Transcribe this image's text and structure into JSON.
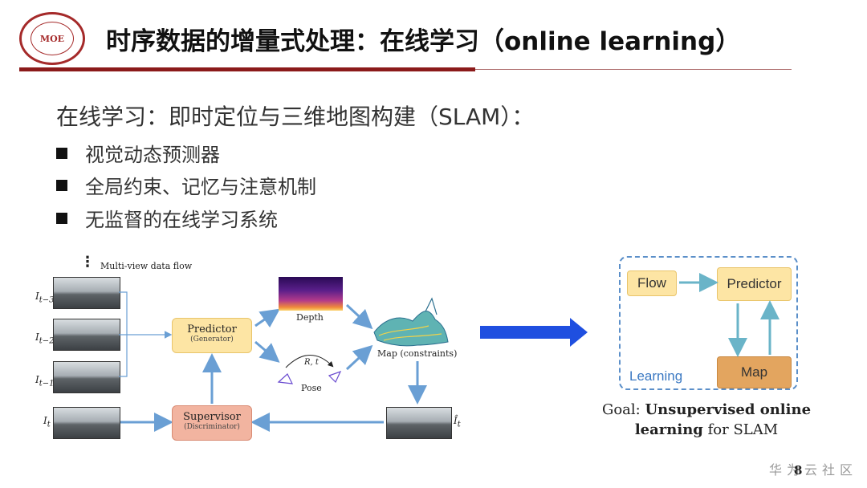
{
  "header": {
    "logo_text": "MOE",
    "title": "时序数据的增量式处理：在线学习（online learning）"
  },
  "content": {
    "subtitle": "在线学习：即时定位与三维地图构建（SLAM）：",
    "bullets": [
      "视觉动态预测器",
      "全局约束、记忆与注意机制",
      "无监督的在线学习系统"
    ]
  },
  "left_diagram": {
    "dots": "⋮",
    "flow_label": "Multi-view data flow",
    "frames": [
      {
        "base": "I",
        "sub": "t−3"
      },
      {
        "base": "I",
        "sub": "t−2"
      },
      {
        "base": "I",
        "sub": "t−1"
      },
      {
        "base": "I",
        "sub": "t"
      }
    ],
    "predictor": {
      "label": "Predictor",
      "sub": "(Generator)"
    },
    "supervisor": {
      "label": "Supervisor",
      "sub": "(Discriminator)"
    },
    "depth_label": "Depth",
    "rt_label": "R, t",
    "pose_label": "Pose",
    "map_label": "Map (constraints)",
    "output": {
      "base": "Î",
      "sub": "t"
    }
  },
  "right_diagram": {
    "flow": "Flow",
    "predictor": "Predictor",
    "map": "Map",
    "learning": "Learning",
    "goal_prefix": "Goal: ",
    "goal_bold_1": "Unsupervised online",
    "goal_bold_2": "learning",
    "goal_suffix": " for SLAM"
  },
  "footer": {
    "watermark": "华为云社区",
    "page_number": "8"
  },
  "colors": {
    "title_bar": "#8b1a1a",
    "logo": "#a52a2a",
    "arrow_blue": "#6a9fd4",
    "big_arrow": "#1f4fe0",
    "learning_text": "#3a78c2"
  }
}
